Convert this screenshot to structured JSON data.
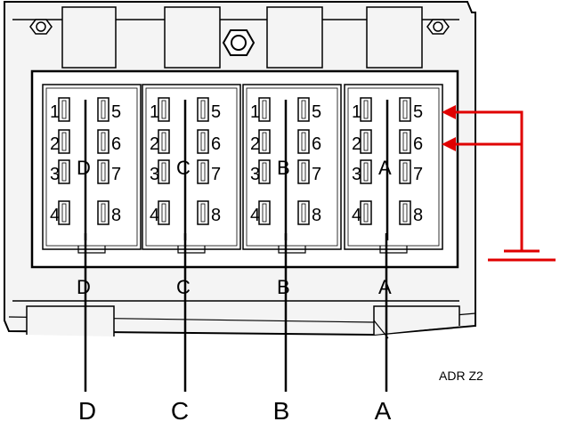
{
  "caption": "ADR Z2",
  "blocks": [
    {
      "inner_label": "D",
      "lower_label": "D",
      "bottom_label": "D",
      "pins_left": [
        "1",
        "2",
        "3",
        "4"
      ],
      "pins_right": [
        "5",
        "6",
        "7",
        "8"
      ]
    },
    {
      "inner_label": "C",
      "lower_label": "C",
      "bottom_label": "C",
      "pins_left": [
        "1",
        "2",
        "3",
        "4"
      ],
      "pins_right": [
        "5",
        "6",
        "7",
        "8"
      ]
    },
    {
      "inner_label": "B",
      "lower_label": "B",
      "bottom_label": "B",
      "pins_left": [
        "1",
        "2",
        "3",
        "4"
      ],
      "pins_right": [
        "5",
        "6",
        "7",
        "8"
      ]
    },
    {
      "inner_label": "A",
      "lower_label": "A",
      "bottom_label": "A",
      "pins_left": [
        "1",
        "2",
        "3",
        "4"
      ],
      "pins_right": [
        "5",
        "6",
        "7",
        "8"
      ]
    }
  ],
  "colors": {
    "wire": "#e00000",
    "ink": "#000000",
    "housing": "#f2f2f2"
  }
}
